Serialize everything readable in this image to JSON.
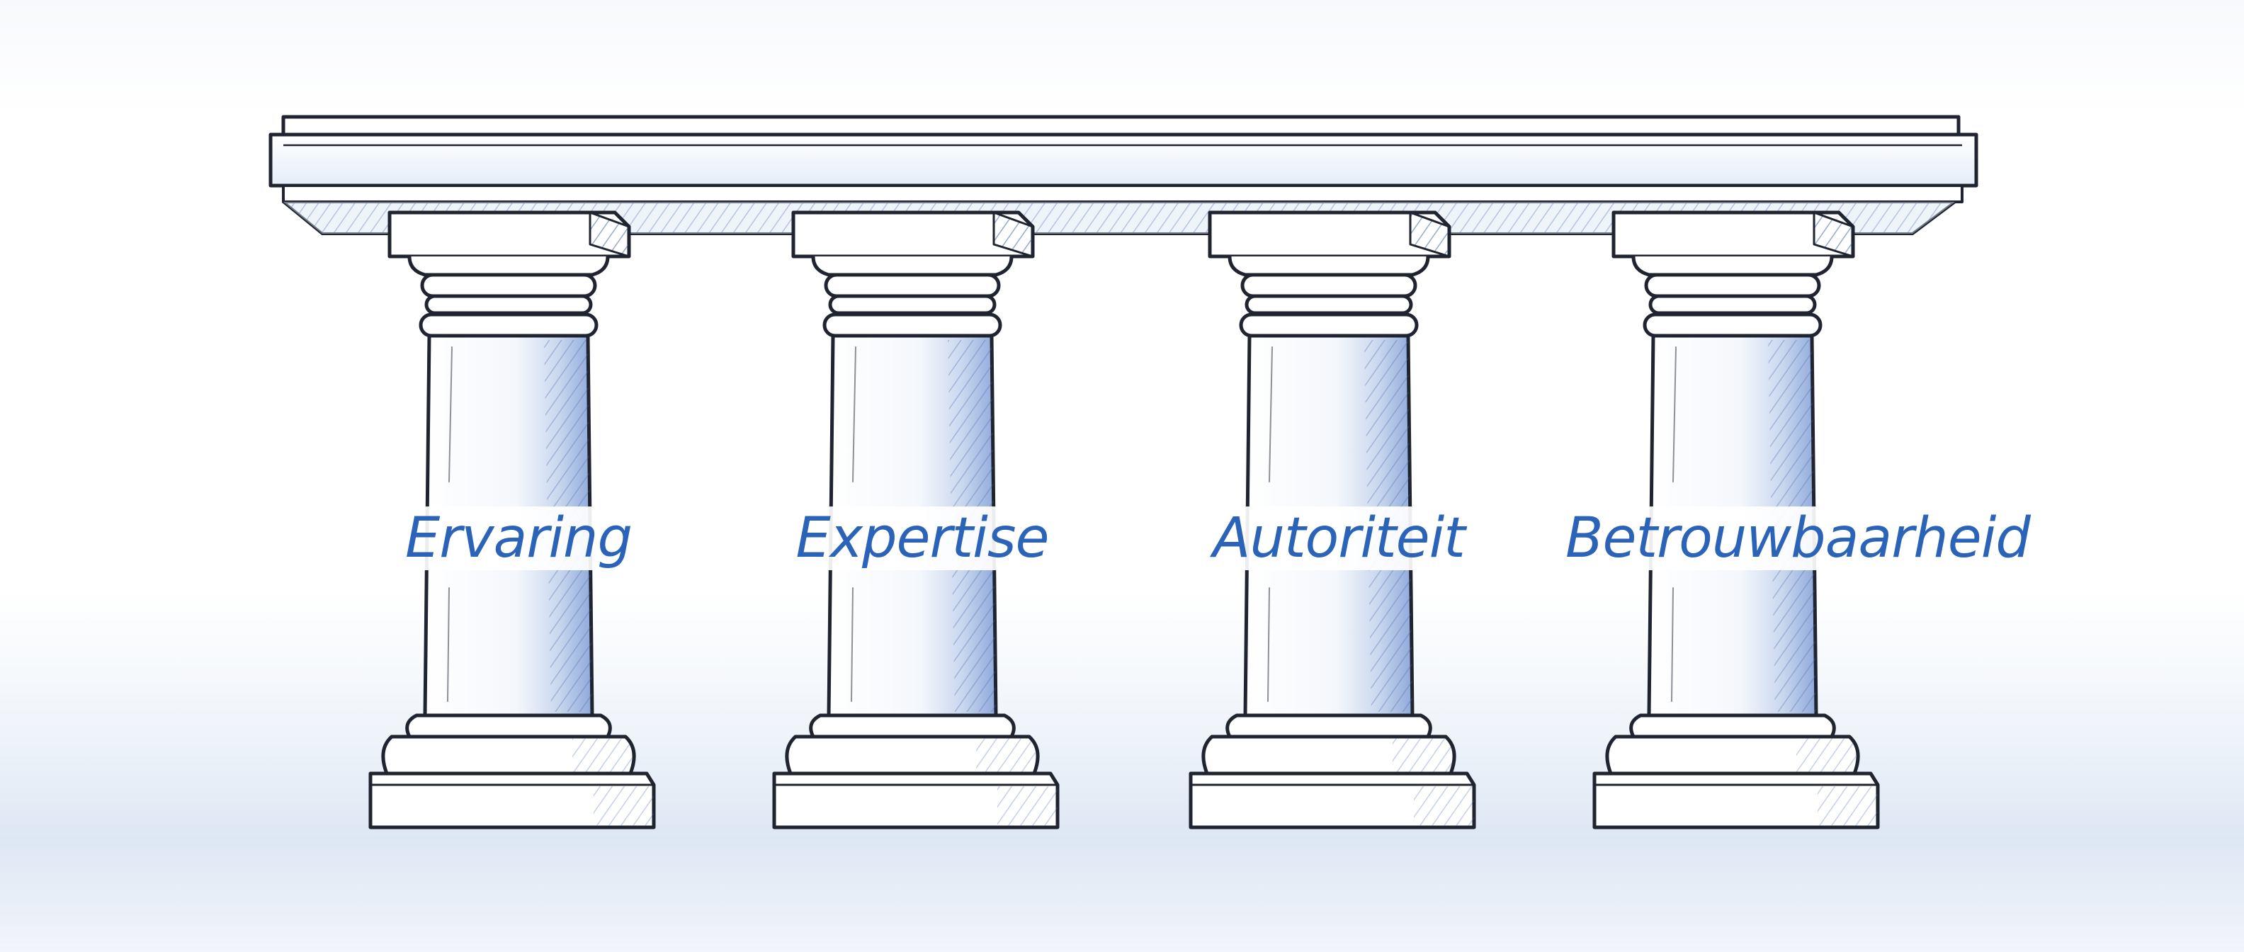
{
  "diagram": {
    "pillars": [
      {
        "label": "Ervaring"
      },
      {
        "label": "Expertise"
      },
      {
        "label": "Autoriteit"
      },
      {
        "label": "Betrouwbaarheid"
      }
    ],
    "colors": {
      "ink": "#1f2430",
      "label": "#2a63b8",
      "shade": "#5b7fc4",
      "shade_light": "#c9d7ee"
    }
  }
}
